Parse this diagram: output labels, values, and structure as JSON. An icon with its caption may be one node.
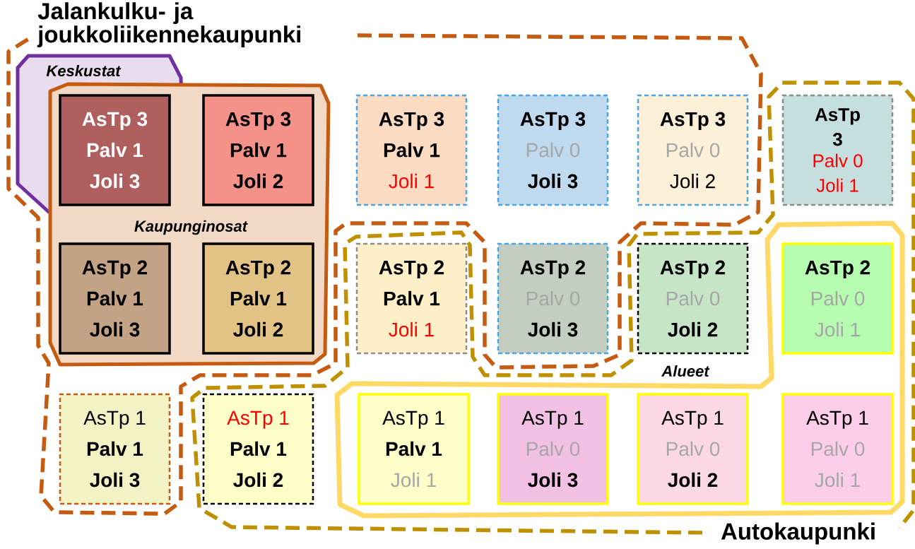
{
  "diagram": {
    "nodes": [
      {
        "text": [
          "Jalankulku- ja joukkoliikennekaupunki"
        ]
      },
      {
        "text": [
          "Keskustat"
        ]
      },
      {
        "text": [
          "Kaupunginosat"
        ]
      },
      {
        "text": [
          "AsTp 3",
          "Palv 1",
          "Joli 3"
        ]
      },
      {
        "text": [
          "AsTp 3",
          "Palv 1",
          "Joli 2"
        ],
        "in": 2
      },
      {
        "text": [
          "AsTp 2",
          "Palv 1",
          "Joli 3"
        ],
        "in": 2
      },
      {
        "text": [
          "AsTp 2",
          "Palv 1",
          "Joli 2"
        ],
        "in": 2
      },
      {
        "text": [
          "AsTp 3",
          "Palv 1",
          "Joli 1"
        ]
      },
      {
        "text": [
          "AsTp 3",
          "Palv 0",
          "Joli 3"
        ]
      },
      {
        "text": [
          "AsTp 3",
          "Palv 0",
          "Joli 2"
        ]
      },
      {
        "text": [
          "Autokaupunki"
        ]
      },
      {
        "text": [
          "AsTp 3",
          "Palv 0",
          "Joli 1"
        ]
      },
      {
        "text": [
          "AsTp 2",
          "Palv 1",
          "Joli 1"
        ]
      },
      {
        "text": [
          "AsTp 2",
          "Palv 0",
          "Joli 3"
        ]
      },
      {
        "text": [
          "AsTp 2",
          "Palv 0",
          "Joli 2"
        ]
      },
      {
        "text": [
          "Alueet"
        ]
      },
      {
        "text": [
          "AsTp 2",
          "Palv 0",
          "Joli 1"
        ],
        "in": 15
      },
      {
        "text": [
          "AsTp 1",
          "Palv 1",
          "Joli 3"
        ]
      },
      {
        "text": [
          "AsTp 1",
          "Palv 1",
          "Joli 2"
        ]
      },
      {
        "text": [
          "AsTp 1",
          "Palv 1",
          "Joli 1"
        ],
        "in": 15
      },
      {
        "text": [
          "AsTp 1",
          "Palv 0",
          "Joli 3"
        ],
        "in": 15
      },
      {
        "text": [
          "AsTp 1",
          "Palv 0",
          "Joli 2"
        ],
        "in": 15
      },
      {
        "text": [
          "AsTp 1",
          "Palv 0",
          "Joli 1"
        ],
        "in": 15
      }
    ]
  }
}
